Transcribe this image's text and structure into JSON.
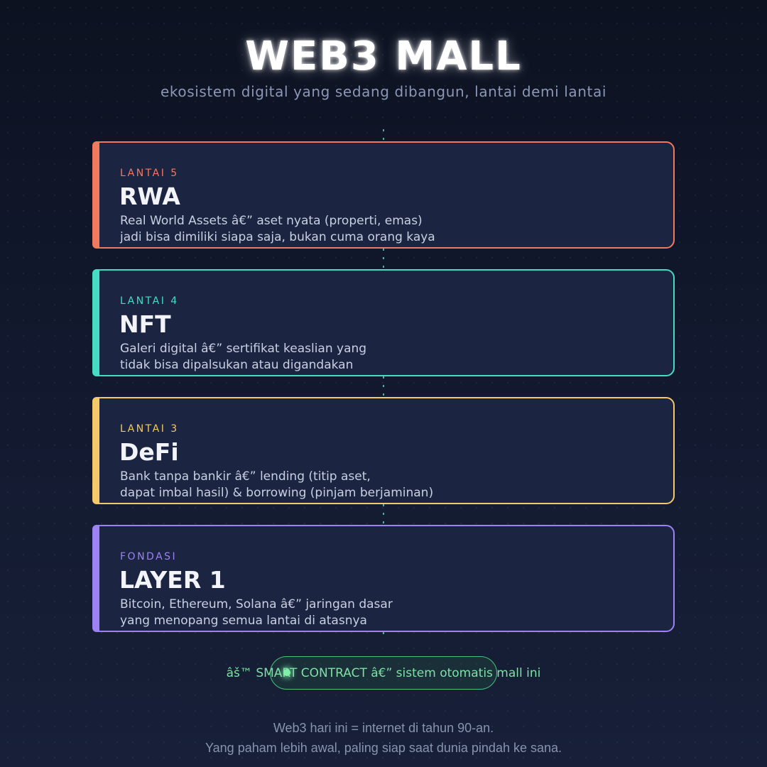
{
  "header": {
    "title": "WEB3 MALL",
    "subtitle": "ekosistem digital yang sedang dibangun, lantai demi lantai"
  },
  "floors": [
    {
      "label": "LANTAI 5",
      "name": "RWA",
      "desc_line1": "Real World Assets â€” aset nyata (properti, emas)",
      "desc_line2": "jadi bisa dimiliki siapa saja, bukan cuma orang kaya",
      "accent": "#f07a5e"
    },
    {
      "label": "LANTAI 4",
      "name": "NFT",
      "desc_line1": "Galeri digital â€” sertifikat keaslian yang",
      "desc_line2": "tidak bisa dipalsukan atau digandakan",
      "accent": "#46dcc4"
    },
    {
      "label": "LANTAI 3",
      "name": "DeFi",
      "desc_line1": "Bank tanpa bankir â€” lending (titip aset,",
      "desc_line2": "dapat imbal hasil) & borrowing (pinjam berjaminan)",
      "accent": "#f5c96a"
    },
    {
      "label": "FONDASI",
      "name": "LAYER 1",
      "desc_line1": "Bitcoin, Ethereum, Solana â€” jaringan dasar",
      "desc_line2": "yang menopang semua lantai di atasnya",
      "accent": "#9d82f4"
    }
  ],
  "smart_contract": {
    "text": "âš™ SMART CONTRACT â€” sistem otomatis mall ini"
  },
  "footer": {
    "line1": "Web3 hari ini = internet di tahun 90-an.",
    "line2": "Yang paham lebih awal, paling siap saat dunia pindah ke sana."
  },
  "colors": {
    "background": "#131a30",
    "card": "#1b2440",
    "spine": "#64dcbe",
    "pill_border": "#4bc07c"
  }
}
